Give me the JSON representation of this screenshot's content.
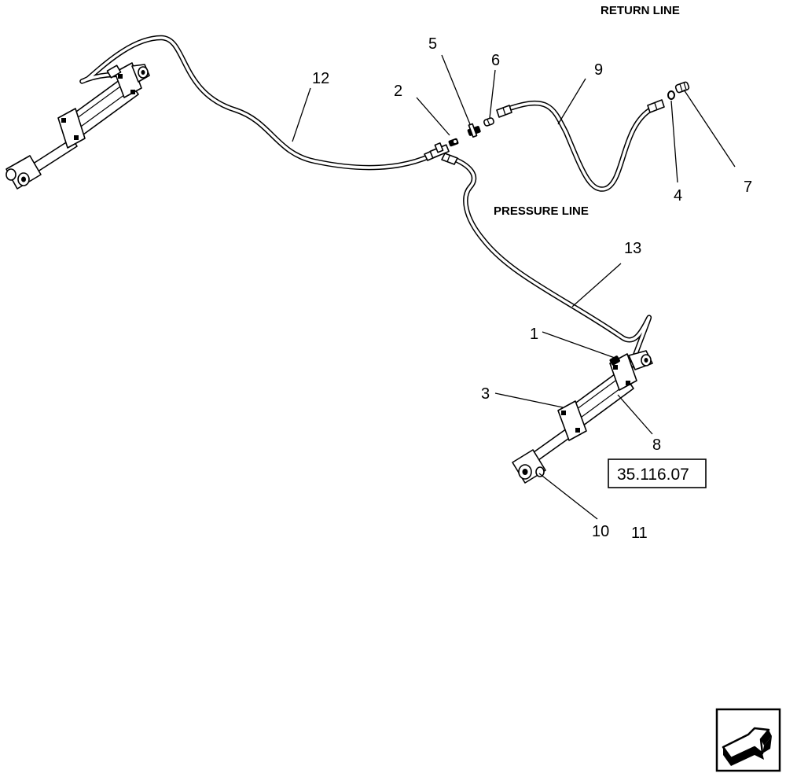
{
  "headings": {
    "return_line": "RETURN LINE",
    "pressure_line": "PRESSURE LINE"
  },
  "callouts": {
    "c1": "1",
    "c2": "2",
    "c3": "3",
    "c4": "4",
    "c5": "5",
    "c6": "6",
    "c7": "7",
    "c8": "8",
    "c9": "9",
    "c10": "10",
    "c11": "11",
    "c12": "12",
    "c13": "13"
  },
  "reference": {
    "label": "35.116.07"
  },
  "icons": {
    "nav_button": "next-page-arrow-icon"
  }
}
